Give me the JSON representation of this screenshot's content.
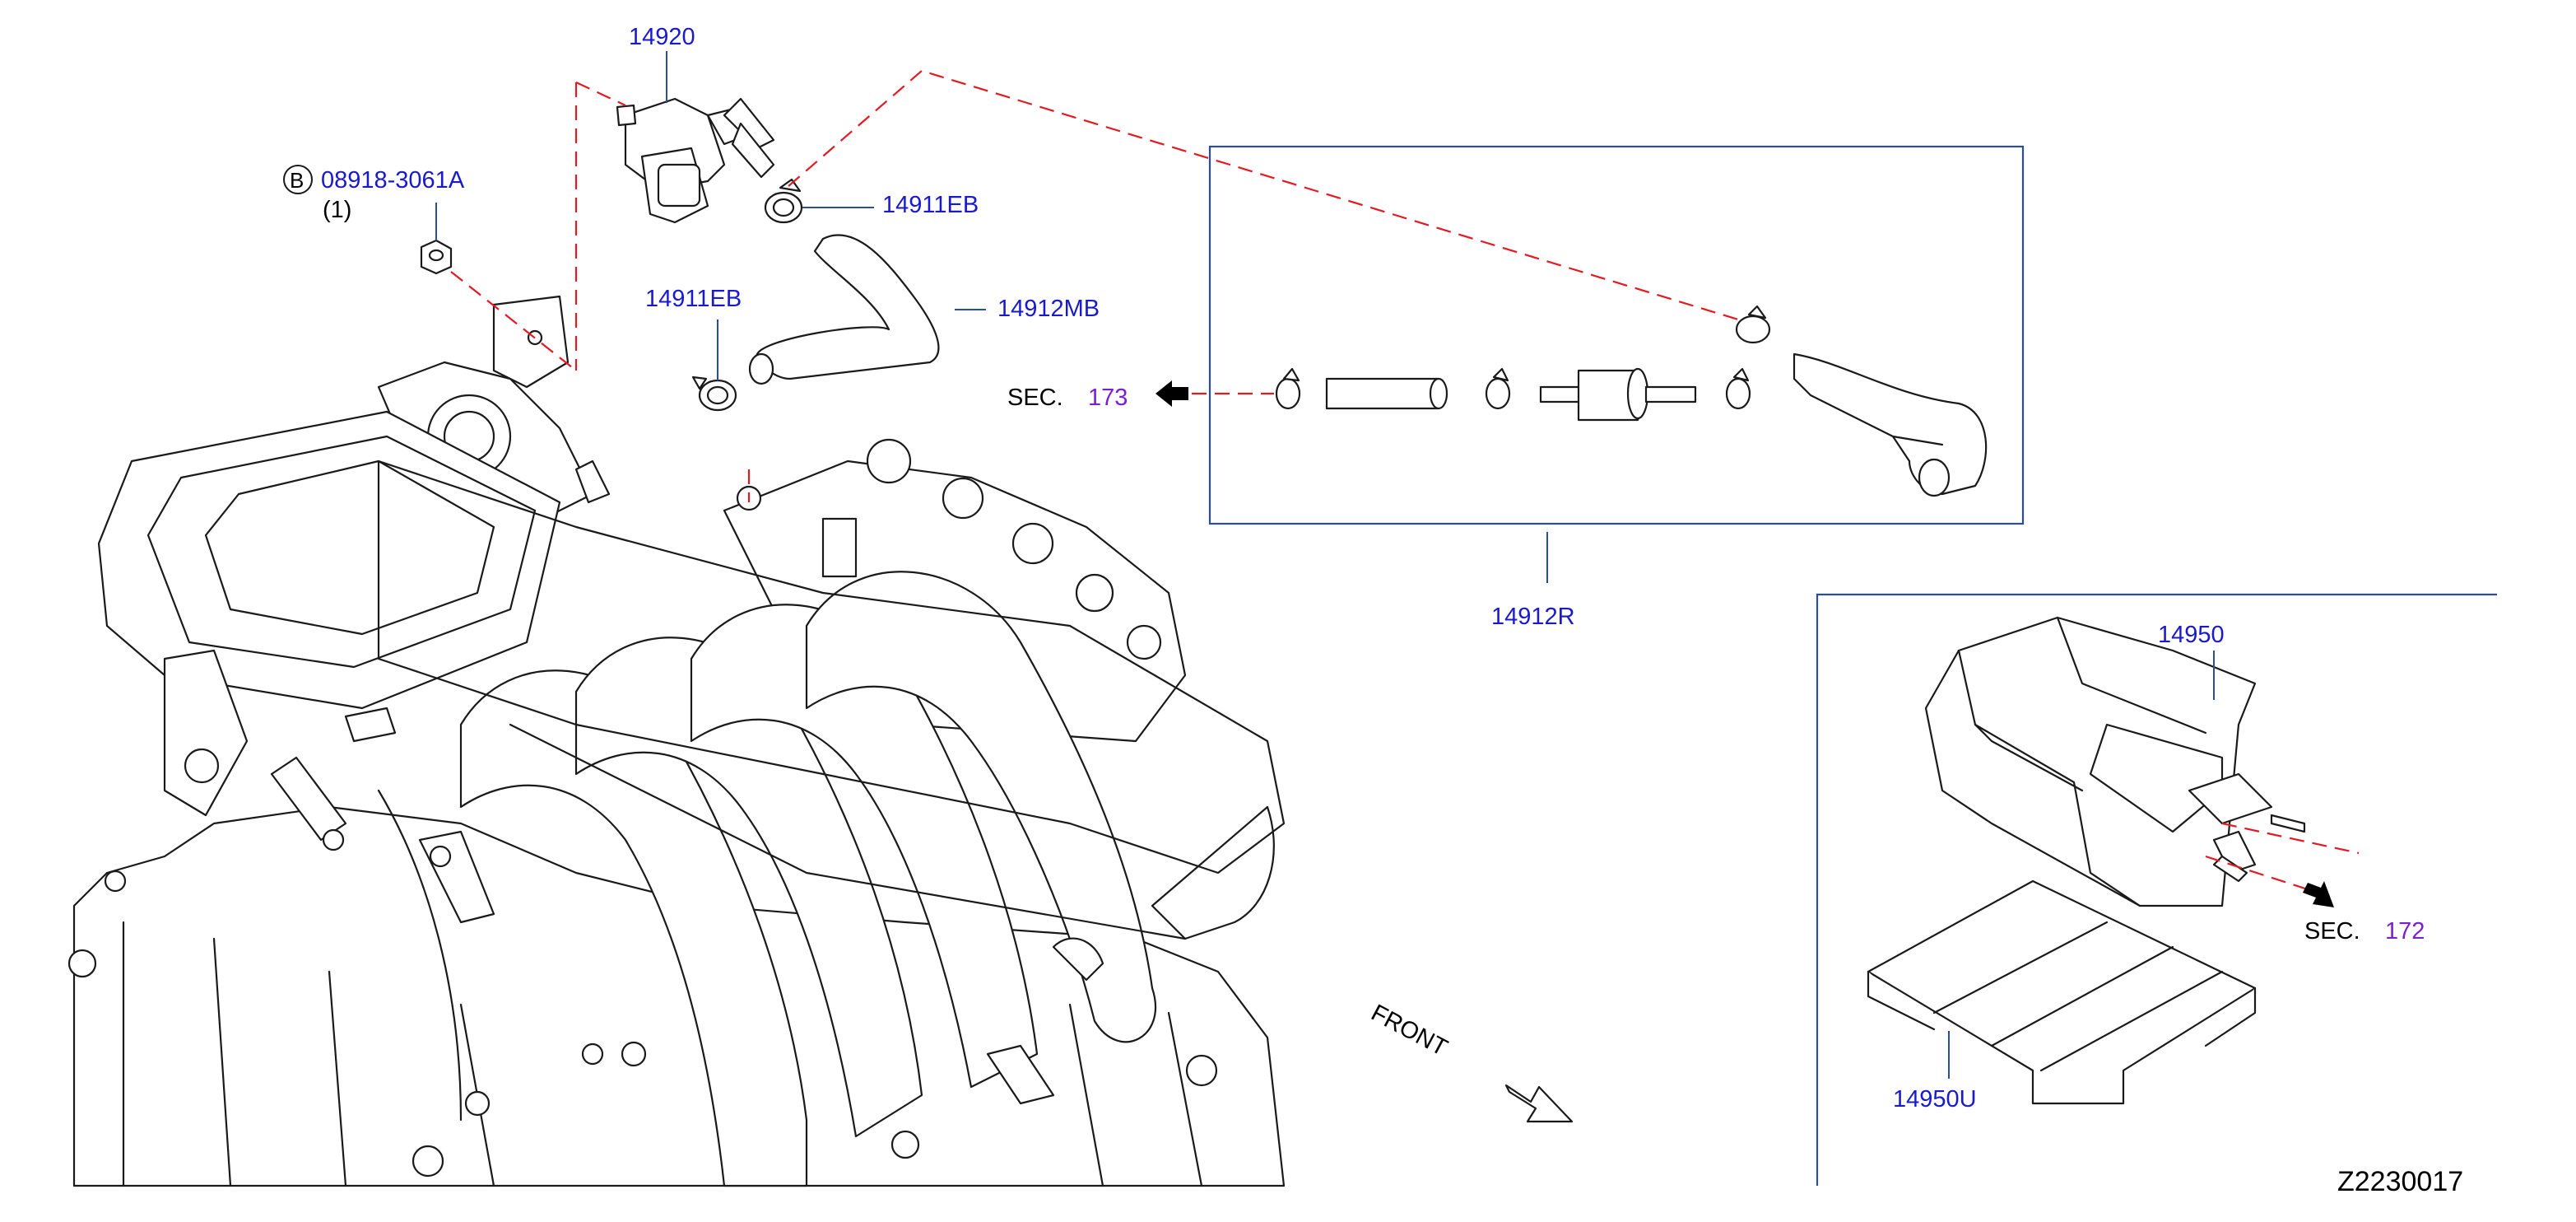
{
  "parts": {
    "p14920": "14920",
    "p08918": "08918-3061A",
    "p08918_qty": "(1)",
    "p08918_badge": "B",
    "p14911EB_top": "14911EB",
    "p14911EB_left": "14911EB",
    "p14912MB": "14912MB",
    "p14912R": "14912R",
    "p14950": "14950",
    "p14950U": "14950U"
  },
  "sections": {
    "sec173_prefix": "SEC.",
    "sec173_num": "173",
    "sec172_prefix": "SEC.",
    "sec172_num": "172"
  },
  "front_label": "FRONT",
  "diagram_id": "Z2230017",
  "colors": {
    "part_number": "#1a1ac8",
    "section_number": "#7a1fd0",
    "leader_line": "#2a4e9c",
    "dashed_reference": "#e11b22",
    "drawing": "#1a1a1a"
  }
}
